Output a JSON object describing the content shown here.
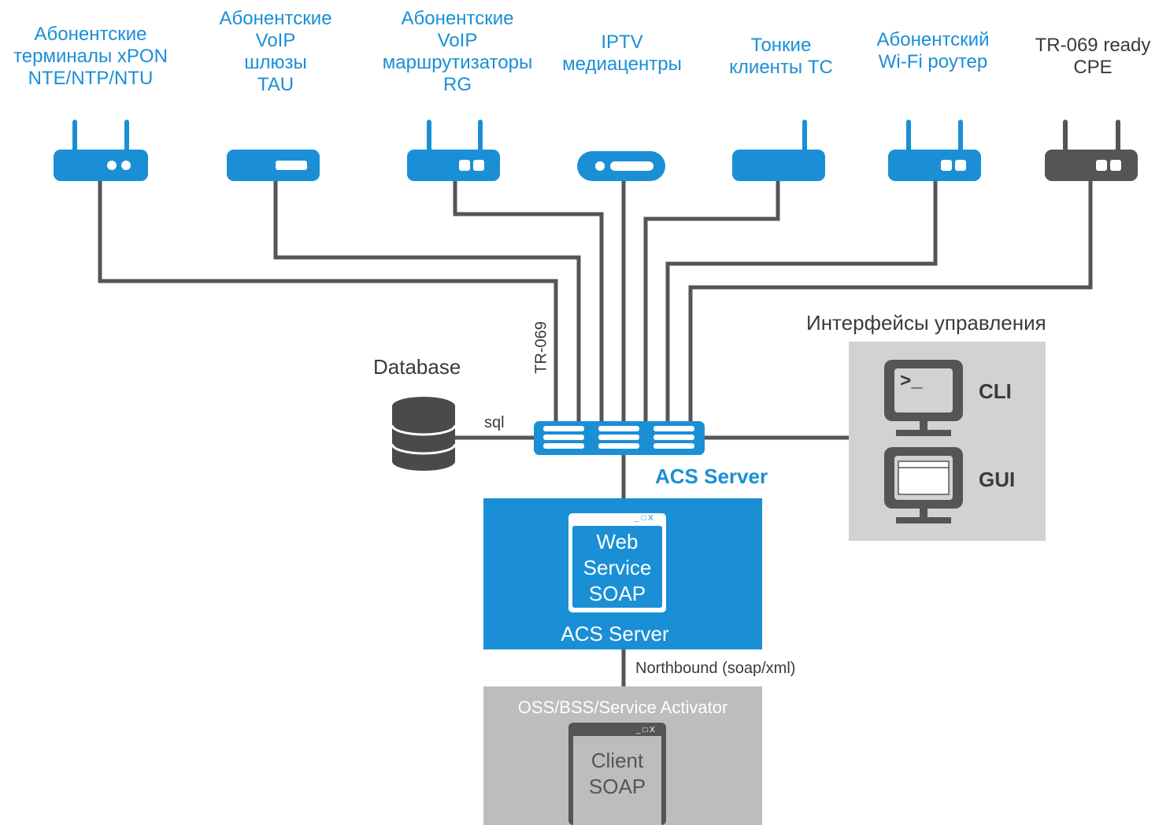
{
  "devices": [
    {
      "lines": [
        "Абонентские",
        "терминалы xPON",
        "NTE/NTP/NTU"
      ],
      "color": "#1a8fd6"
    },
    {
      "lines": [
        "Абонентские",
        "VoIP",
        "шлюзы",
        "TAU"
      ],
      "color": "#1a8fd6"
    },
    {
      "lines": [
        "Абонентские",
        "VoIP",
        "маршрутизаторы",
        "RG"
      ],
      "color": "#1a8fd6"
    },
    {
      "lines": [
        "IPTV",
        "медиацентры"
      ],
      "color": "#1a8fd6"
    },
    {
      "lines": [
        "Тонкие",
        "клиенты TC"
      ],
      "color": "#1a8fd6"
    },
    {
      "lines": [
        "Абонентский",
        "Wi-Fi роутер"
      ],
      "color": "#1a8fd6"
    },
    {
      "lines": [
        "TR-069 ready",
        "CPE"
      ],
      "color": "#3a3a3a"
    }
  ],
  "labels": {
    "tr069": "TR-069",
    "database": "Database",
    "sql": "sql",
    "acs_switch": "ACS Server",
    "management_title": "Интерфейсы управления",
    "cli": "CLI",
    "gui": "GUI",
    "cli_prompt": ">_"
  },
  "acs_box": {
    "title": "ACS Server",
    "service_lines": [
      "Web",
      "Service",
      "SOAP"
    ],
    "window_controls": "_ □ X"
  },
  "northbound": "Northbound (soap/xml)",
  "oss_box": {
    "title": "OSS/BSS/Service Activator",
    "client_lines": [
      "Client",
      "SOAP"
    ],
    "window_controls": "_ □ X"
  },
  "colors": {
    "blue": "#1a8fd6",
    "dark": "#555555",
    "line": "#555555",
    "gray_panel": "#d2d2d2"
  }
}
